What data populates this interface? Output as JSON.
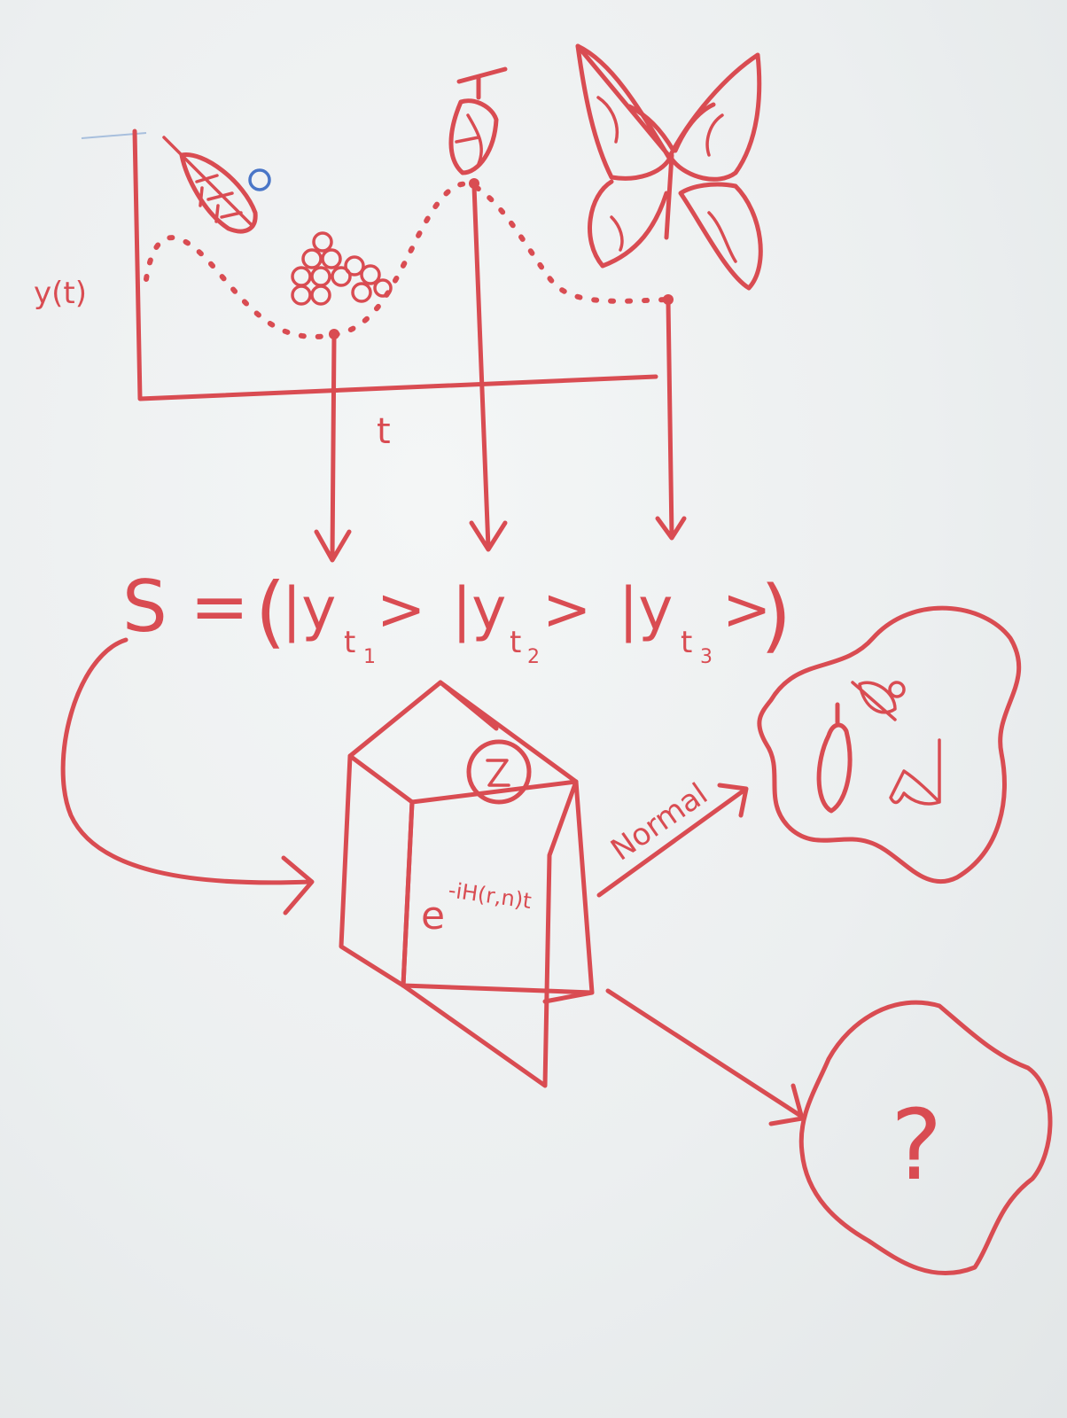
{
  "plot": {
    "y_label": "y(t)",
    "x_label": "t"
  },
  "state": {
    "prefix": "S =",
    "open_paren": "(",
    "close_paren": ")",
    "kets": [
      {
        "symbol": "|y",
        "subscript": "t",
        "sub_index": "1",
        "close": ">"
      },
      {
        "symbol": "|y",
        "subscript": "t",
        "sub_index": "2",
        "close": ">"
      },
      {
        "symbol": "|y",
        "subscript": "t",
        "sub_index": "3",
        "close": ">"
      }
    ]
  },
  "box": {
    "operator_base": "e",
    "operator_exponent": "-iH(r,n)t",
    "clock_icon": "clock-icon"
  },
  "outputs": {
    "normal_label": "Normal",
    "unknown_label": "?"
  },
  "colors": {
    "ink": "#d94c52",
    "board": "#eceff0"
  }
}
